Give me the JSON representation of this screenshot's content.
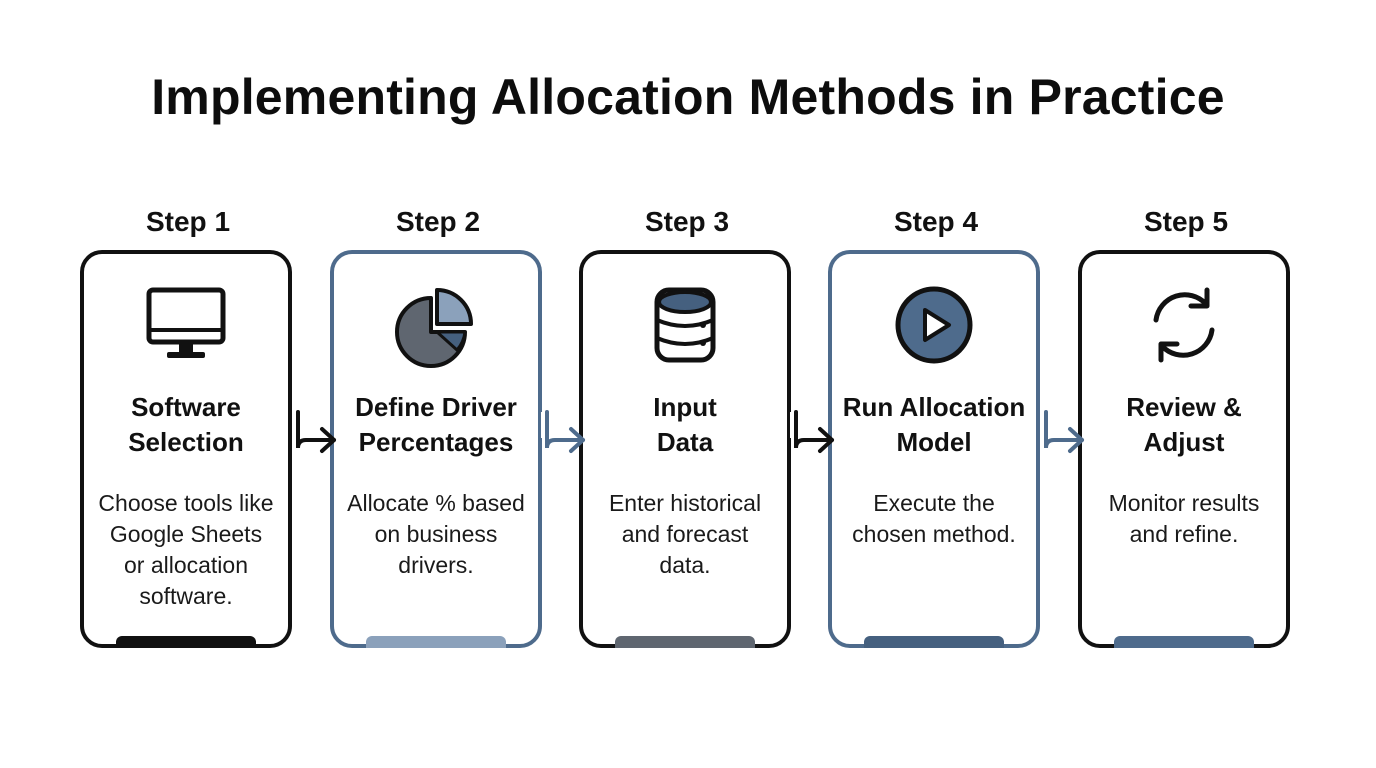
{
  "title": "Implementing Allocation Methods in Practice",
  "steps": [
    {
      "label": "Step 1",
      "heading_line1": "Software",
      "heading_line2": "Selection",
      "desc": [
        "Choose tools like",
        "Google Sheets",
        "or allocation",
        "software."
      ],
      "icon": "monitor-icon",
      "border_color": "#111111",
      "bar_color": "#111111"
    },
    {
      "label": "Step 2",
      "heading_line1": "Define Driver",
      "heading_line2": "Percentages",
      "desc": [
        "Allocate % based",
        "on business",
        "drivers."
      ],
      "icon": "pie-chart-icon",
      "border_color": "#4e6b8c",
      "bar_color": "#8ba1bb"
    },
    {
      "label": "Step 3",
      "heading_line1": "Input",
      "heading_line2": "Data",
      "desc": [
        "Enter historical",
        "and forecast",
        "data."
      ],
      "icon": "database-icon",
      "border_color": "#111111",
      "bar_color": "#5f6670"
    },
    {
      "label": "Step 4",
      "heading_line1": "Run Allocation",
      "heading_line2": "Model",
      "desc": [
        "Execute the",
        "chosen method."
      ],
      "icon": "play-icon",
      "border_color": "#4e6b8c",
      "bar_color": "#45607f"
    },
    {
      "label": "Step 5",
      "heading_line1": "Review &",
      "heading_line2": "Adjust",
      "desc": [
        "Monitor results",
        "and refine."
      ],
      "icon": "refresh-icon",
      "border_color": "#111111",
      "bar_color": "#4e6b8c"
    }
  ],
  "connector_colors": [
    "#111111",
    "#4e6b8c",
    "#111111",
    "#4e6b8c"
  ]
}
